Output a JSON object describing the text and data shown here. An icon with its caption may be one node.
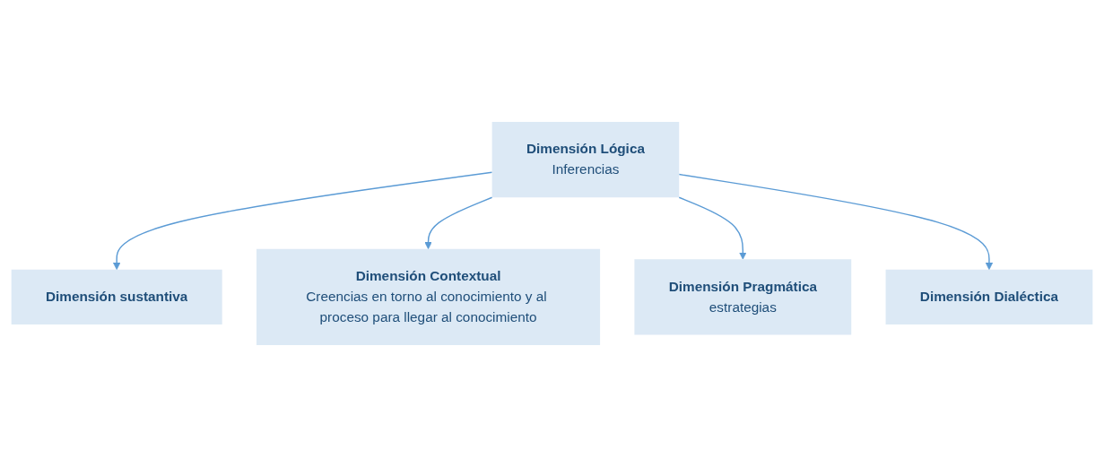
{
  "diagram": {
    "nodes": [
      {
        "text": [
          "Dimensión sustantiva"
        ]
      },
      {
        "text": [
          "Dimensión Contextual",
          "Creencias en torno al conocimiento y al proceso para llegar al conocimiento"
        ]
      },
      {
        "text": [
          "Dimensión Lógica",
          "Inferencias"
        ]
      },
      {
        "text": [
          "Dimensión Pragmática",
          "estrategias"
        ]
      },
      {
        "text": [
          "Dimensión Dialéctica"
        ]
      }
    ],
    "edges": [
      {
        "from": 2,
        "to": 0,
        "arrow": "to"
      },
      {
        "from": 2,
        "to": 1,
        "arrow": "to"
      },
      {
        "from": 2,
        "to": 3,
        "arrow": "to"
      },
      {
        "from": 2,
        "to": 4,
        "arrow": "to"
      }
    ]
  }
}
